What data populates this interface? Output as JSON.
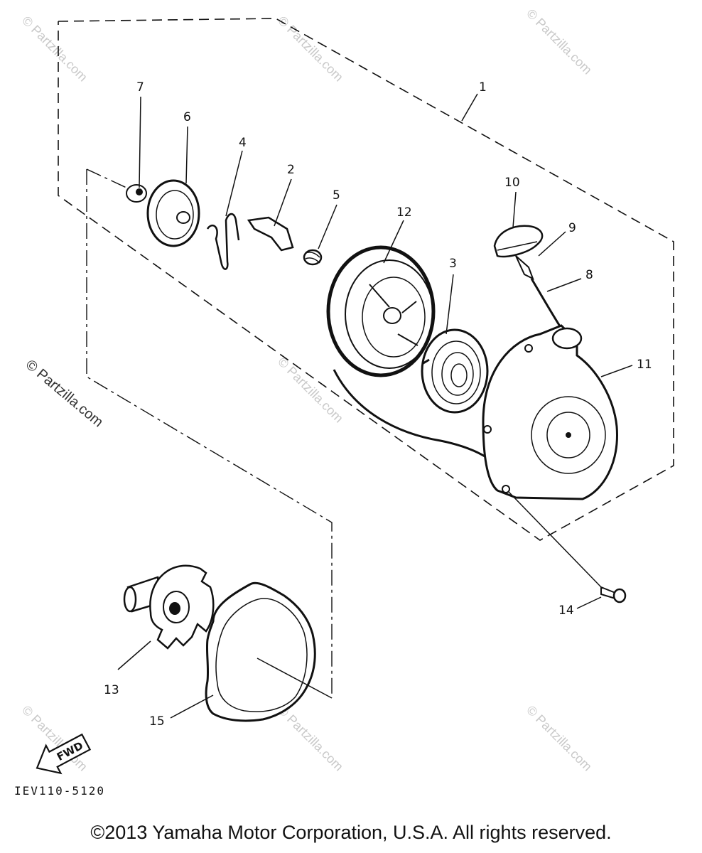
{
  "callouts": [
    "1",
    "2",
    "3",
    "4",
    "5",
    "6",
    "7",
    "8",
    "9",
    "10",
    "11",
    "12",
    "13",
    "14",
    "15"
  ],
  "fwd_label": "FWD",
  "diagram_code": "IEV110-5120",
  "watermark": "© Partzilla.com",
  "copyright": "©2013 Yamaha Motor Corporation, U.S.A. All rights reserved."
}
